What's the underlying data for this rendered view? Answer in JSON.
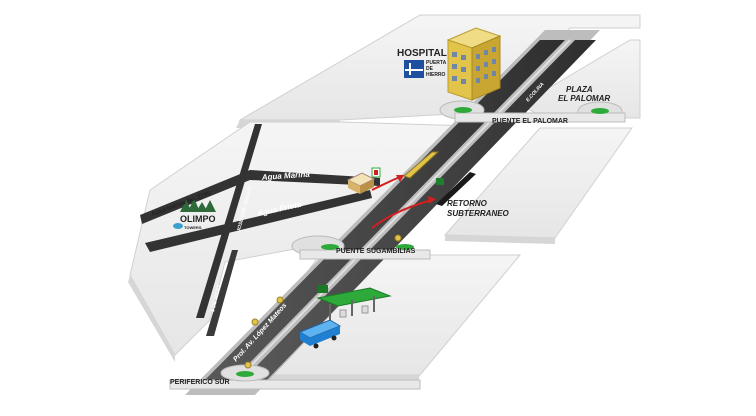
{
  "labels": {
    "hospital_title": "HOSPITAL",
    "hospital_sub1": "PUERTA",
    "hospital_sub2": "DE",
    "hospital_sub3": "HIERRO",
    "plaza_line1": "PLAZA",
    "plaza_line2": "EL PALOMAR",
    "puente_palomar": "PUENTE EL PALOMAR",
    "retorno_line1": "RETORNO",
    "retorno_line2": "SUBTERRANEO",
    "puente_sugambilias": "PUENTE SUGAMBILIAS",
    "periferico": "PERIFERICO SUR",
    "agua_marina": "Agua Marina",
    "agua_prieta": "Agua Prieta",
    "agua_marina_no": "Agua marina No. 2700",
    "jose_guadalupe_gallo": "JOSE GPE. GALLO",
    "cinco_de_mayo": "5 DE MAYO",
    "prol_lopez_mateos": "Prol. Av. López Mateos",
    "ecolina": "E.COLINA",
    "olimpo": "OLIMPO",
    "olimpo_sub": "TOWERS"
  },
  "colors": {
    "ground_top": "#f2f2f2",
    "ground_side": "#d9d9d9",
    "road_dark": "#333333",
    "road_mid": "#4a4a4a",
    "highway_bed": "#c9c9c9",
    "green": "#2eaa3a",
    "arrow": "#d21f1f",
    "bus": "#1f7fd1",
    "building_yellow": "#e3c44a"
  },
  "icons": {
    "hospital": "hospital-building-icon",
    "gas_station": "gas-station-icon",
    "bus": "bus-icon",
    "shop": "convenience-store-icon",
    "tree": "tree-icon",
    "lamp": "street-lamp-icon"
  }
}
